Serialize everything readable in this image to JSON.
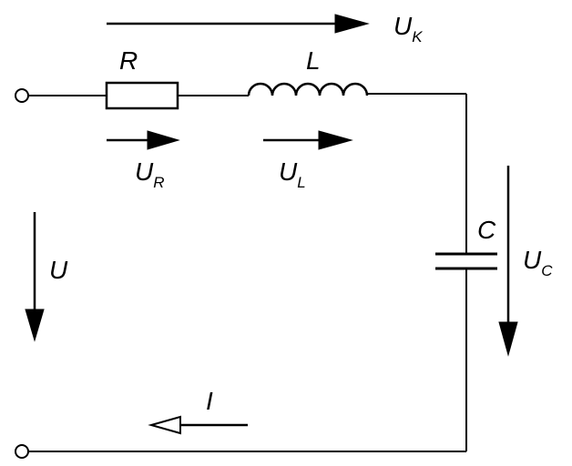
{
  "labels": {
    "resistor": "R",
    "inductor": "L",
    "capacitor": "C",
    "current": "I",
    "voltage_total": "U",
    "voltage_k": {
      "main": "U",
      "sub": "K"
    },
    "voltage_r": {
      "main": "U",
      "sub": "R"
    },
    "voltage_l": {
      "main": "U",
      "sub": "L"
    },
    "voltage_c": {
      "main": "U",
      "sub": "C"
    }
  }
}
